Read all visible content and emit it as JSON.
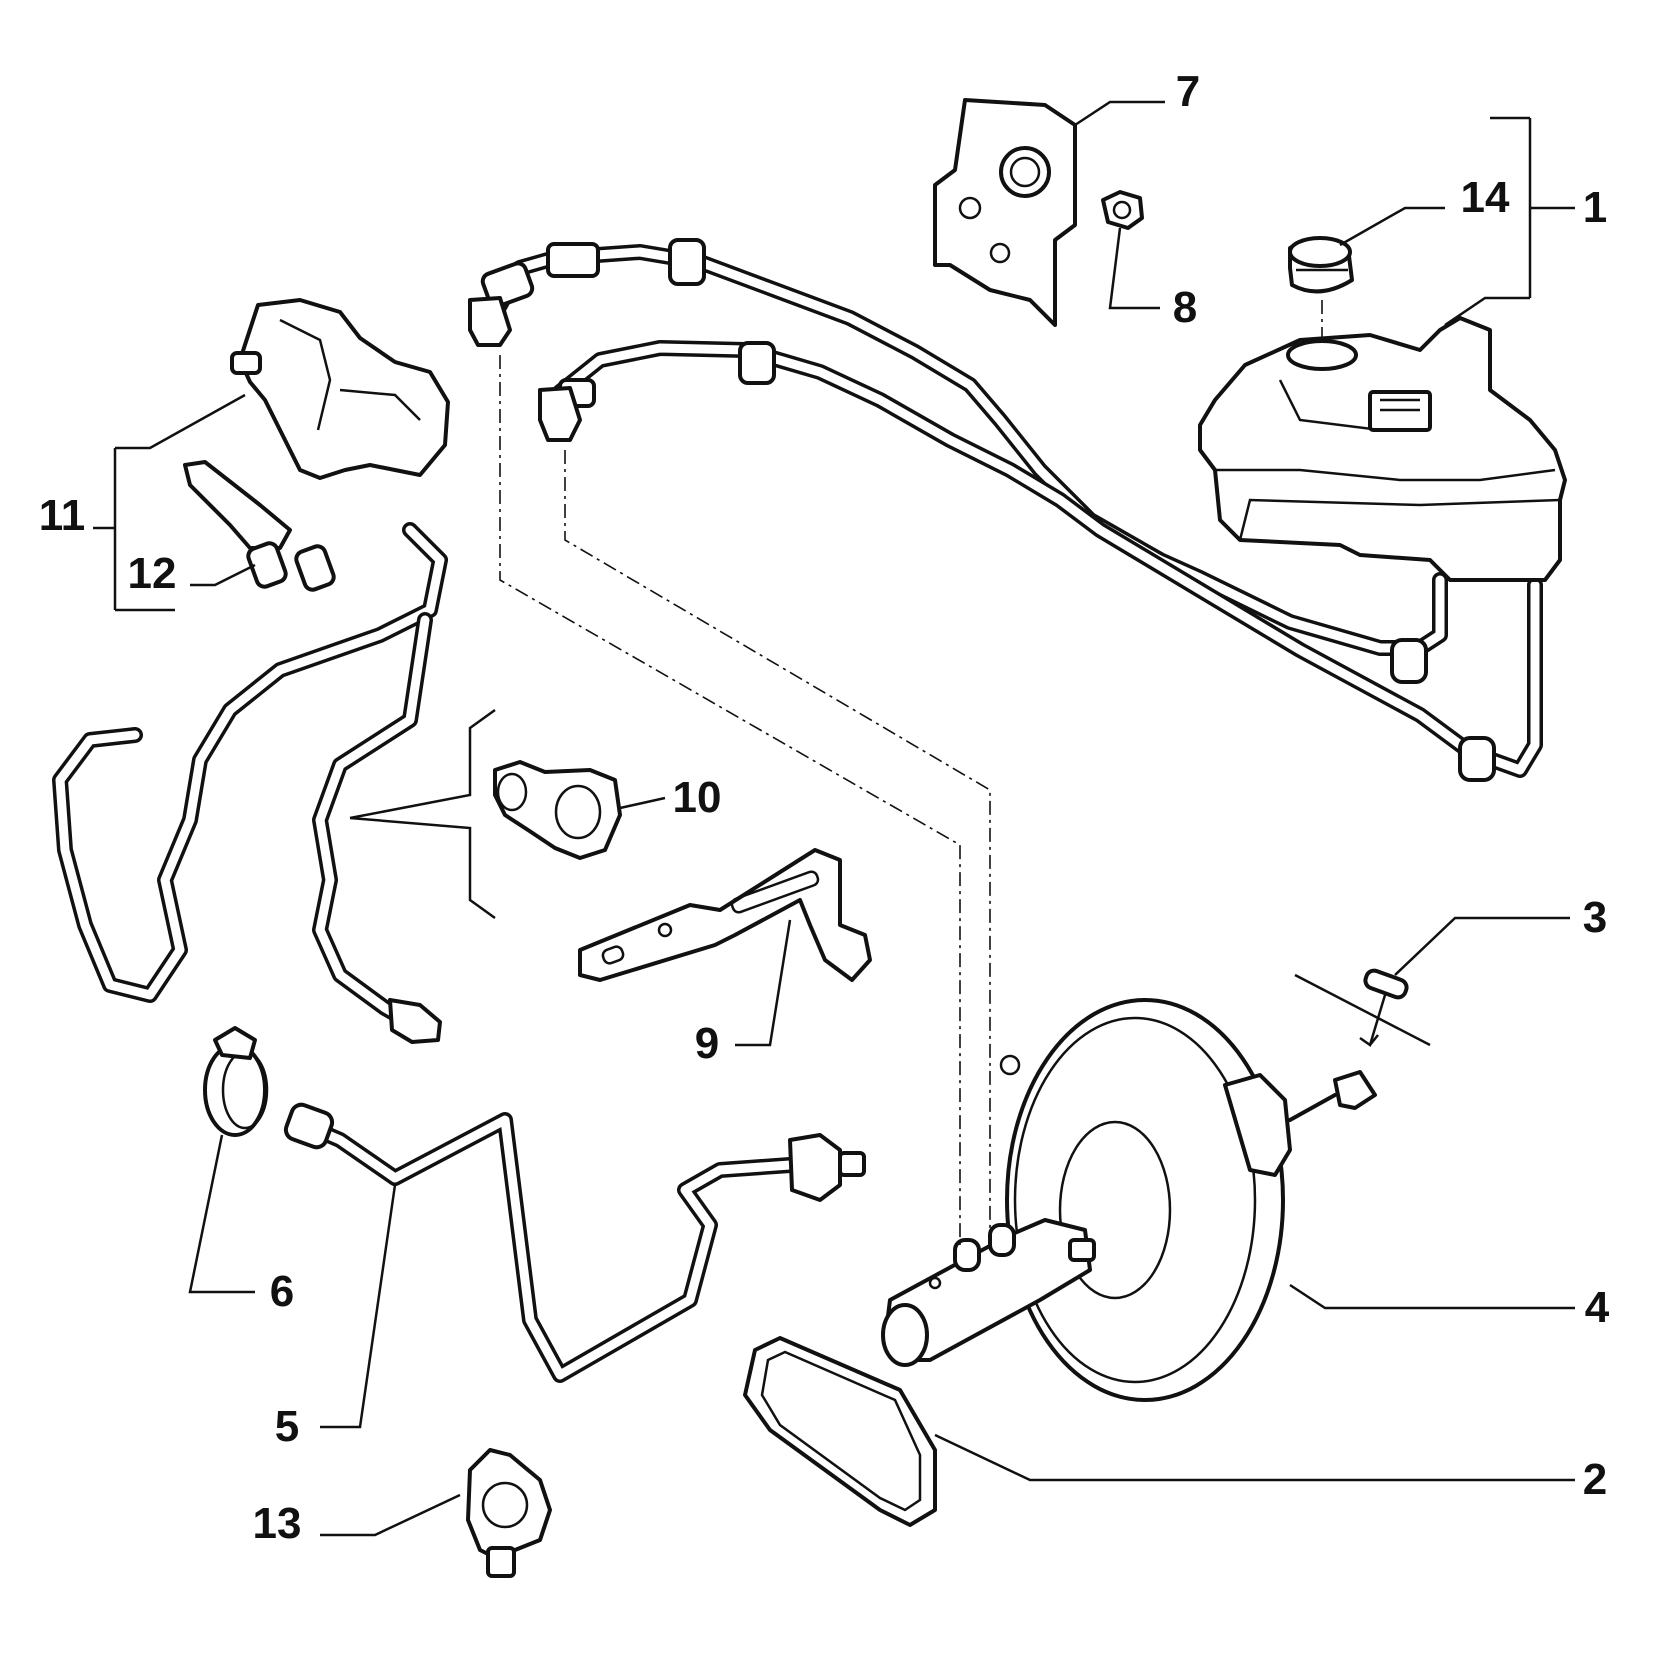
{
  "callouts": [
    {
      "id": "1",
      "label": "1"
    },
    {
      "id": "2",
      "label": "2"
    },
    {
      "id": "3",
      "label": "3"
    },
    {
      "id": "4",
      "label": "4"
    },
    {
      "id": "5",
      "label": "5"
    },
    {
      "id": "6",
      "label": "6"
    },
    {
      "id": "7",
      "label": "7"
    },
    {
      "id": "8",
      "label": "8"
    },
    {
      "id": "9",
      "label": "9"
    },
    {
      "id": "10",
      "label": "10"
    },
    {
      "id": "11",
      "label": "11"
    },
    {
      "id": "12",
      "label": "12"
    },
    {
      "id": "13",
      "label": "13"
    },
    {
      "id": "14",
      "label": "14"
    }
  ],
  "colors": {
    "line": "#111111",
    "background": "#ffffff"
  }
}
